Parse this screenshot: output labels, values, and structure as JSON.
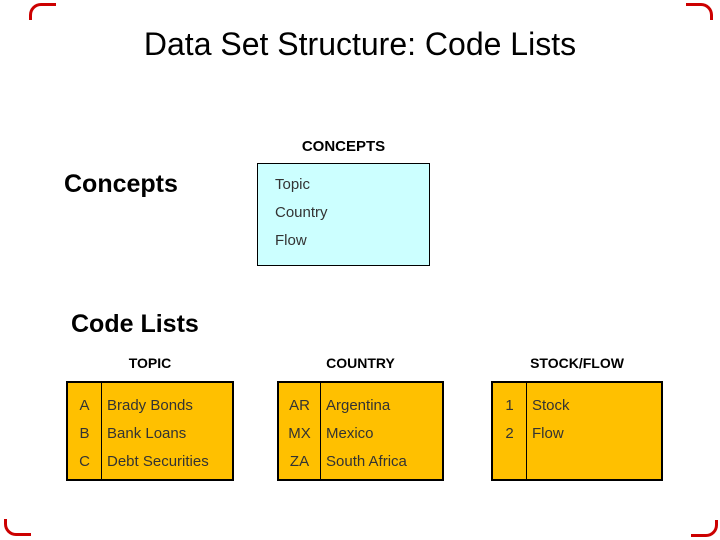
{
  "slide": {
    "title": "Data Set Structure: Code Lists",
    "concepts": {
      "heading": "Concepts",
      "box_label": "CONCEPTS",
      "items": [
        "Topic",
        "Country",
        "Flow"
      ]
    },
    "code_lists": {
      "heading": "Code Lists",
      "tables": [
        {
          "header": "TOPIC",
          "rows": [
            {
              "code": "A",
              "label": "Brady Bonds"
            },
            {
              "code": "B",
              "label": "Bank Loans"
            },
            {
              "code": "C",
              "label": "Debt Securities"
            }
          ]
        },
        {
          "header": "COUNTRY",
          "rows": [
            {
              "code": "AR",
              "label": "Argentina"
            },
            {
              "code": "MX",
              "label": "Mexico"
            },
            {
              "code": "ZA",
              "label": "South Africa"
            }
          ]
        },
        {
          "header": "STOCK/FLOW",
          "rows": [
            {
              "code": "1",
              "label": "Stock"
            },
            {
              "code": "2",
              "label": "Flow"
            }
          ]
        }
      ]
    },
    "colors": {
      "concept_box_fill": "#CCFFFF",
      "code_table_fill": "#FFC000",
      "corner_mark": "#CC0000"
    }
  }
}
